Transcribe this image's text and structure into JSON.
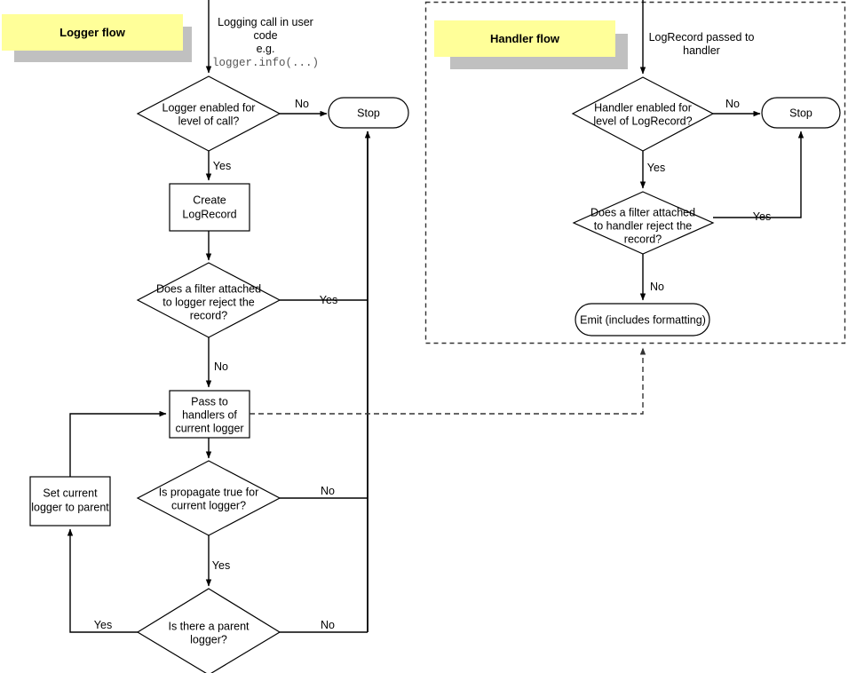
{
  "diagram": {
    "title": "Python logging flow",
    "regions": [
      {
        "id": "logger-flow",
        "label": "Logger flow",
        "style": "yellow-banner"
      },
      {
        "id": "handler-flow",
        "label": "Handler flow",
        "style": "yellow-banner-dashed-region"
      }
    ],
    "colors": {
      "banner_fill": "#ffff99",
      "banner_shadow": "#c0c0c0",
      "shape_stroke": "#000000",
      "shape_fill": "#ffffff",
      "dashed_stroke": "#333333"
    }
  },
  "logger_flow": {
    "banner": "Logger flow",
    "entry_caption": {
      "line1": "Logging call in user",
      "line2": "code",
      "line3": "e.g.",
      "line4": "logger.info(...)"
    },
    "nodes": {
      "logger_enabled": {
        "type": "decision",
        "line1": "Logger enabled for",
        "line2": "level of call?"
      },
      "stop": {
        "type": "terminator",
        "label": "Stop"
      },
      "create_logrecord": {
        "type": "process",
        "line1": "Create",
        "line2": "LogRecord"
      },
      "logger_filter": {
        "type": "decision",
        "line1": "Does a filter attached",
        "line2": "to logger reject the",
        "line3": "record?"
      },
      "pass_to_handlers": {
        "type": "process",
        "line1": "Pass to",
        "line2": "handlers of",
        "line3": "current logger"
      },
      "is_propagate": {
        "type": "decision",
        "line1": "Is propagate true for",
        "line2": "current logger?"
      },
      "set_parent": {
        "type": "process",
        "line1": "Set current",
        "line2": "logger to parent"
      },
      "has_parent": {
        "type": "decision",
        "line1": "Is there a parent",
        "line2": "logger?"
      }
    },
    "edge_labels": {
      "logger_enabled_no": "No",
      "logger_enabled_yes": "Yes",
      "logger_filter_yes": "Yes",
      "logger_filter_no": "No",
      "is_propagate_no": "No",
      "is_propagate_yes": "Yes",
      "has_parent_yes": "Yes",
      "has_parent_no": "No"
    }
  },
  "handler_flow": {
    "banner": "Handler flow",
    "entry_caption": {
      "line1": "LogRecord passed to",
      "line2": "handler"
    },
    "nodes": {
      "handler_enabled": {
        "type": "decision",
        "line1": "Handler enabled for",
        "line2": "level of LogRecord?"
      },
      "stop": {
        "type": "terminator",
        "label": "Stop"
      },
      "handler_filter": {
        "type": "decision",
        "line1": "Does a filter attached",
        "line2": "to handler reject the",
        "line3": "record?"
      },
      "emit": {
        "type": "terminator",
        "label": "Emit (includes formatting)"
      }
    },
    "edge_labels": {
      "handler_enabled_no": "No",
      "handler_enabled_yes": "Yes",
      "handler_filter_yes": "Yes",
      "handler_filter_no": "No"
    }
  }
}
